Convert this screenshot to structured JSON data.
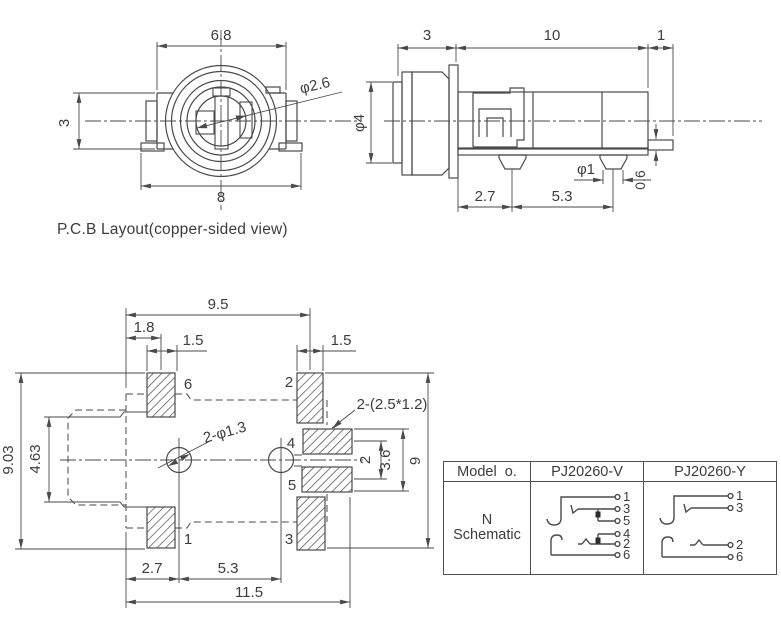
{
  "caption": "P.C.B Layout(copper-sided view)",
  "colors": {
    "line": "#4a4a4a",
    "text": "#3d3d3d",
    "background": "#ffffff"
  },
  "front_view": {
    "dim_width_top": "6.8",
    "dim_height_left": "3",
    "dim_width_bottom": "8",
    "dim_inner_diameter": "φ2.6"
  },
  "side_view": {
    "dim_front": "3",
    "dim_body": "10",
    "dim_pin_right": "1",
    "dim_diameter": "φ4",
    "dim_pin_diameter": "φ1",
    "dim_pin_thickness": "0.6",
    "dim_pin1_offset": "2.7",
    "dim_pin_spacing": "5.3"
  },
  "pcb_layout": {
    "dim_top_width": "9.5",
    "dim_left_offset": "1.8",
    "dim_pad_left": "1.5",
    "dim_pad_right": "1.5",
    "dim_height_overall": "9.03",
    "dim_height_inner": "4.63",
    "note_holes": "2-φ1.3",
    "note_slots": "2-(2.5*1.2)",
    "dim_slot_pitch": "2",
    "dim_slot_span": "3.6",
    "dim_right_height": "9",
    "dim_bottom_left": "2.7",
    "dim_bottom_mid": "5.3",
    "dim_bottom_overall": "11.5",
    "pad_labels": {
      "p1": "1",
      "p2": "2",
      "p3": "3",
      "p4": "4",
      "p5": "5",
      "p6": "6"
    }
  },
  "table": {
    "header_model": "Model  o.",
    "header_v": "PJ20260-V",
    "header_y": "PJ20260-Y",
    "row_label_line1": "N",
    "row_label_line2": "Schematic",
    "v_pins": [
      "1",
      "3",
      "5",
      "4",
      "2",
      "6"
    ],
    "y_pins": [
      "1",
      "3",
      "2",
      "6"
    ]
  }
}
